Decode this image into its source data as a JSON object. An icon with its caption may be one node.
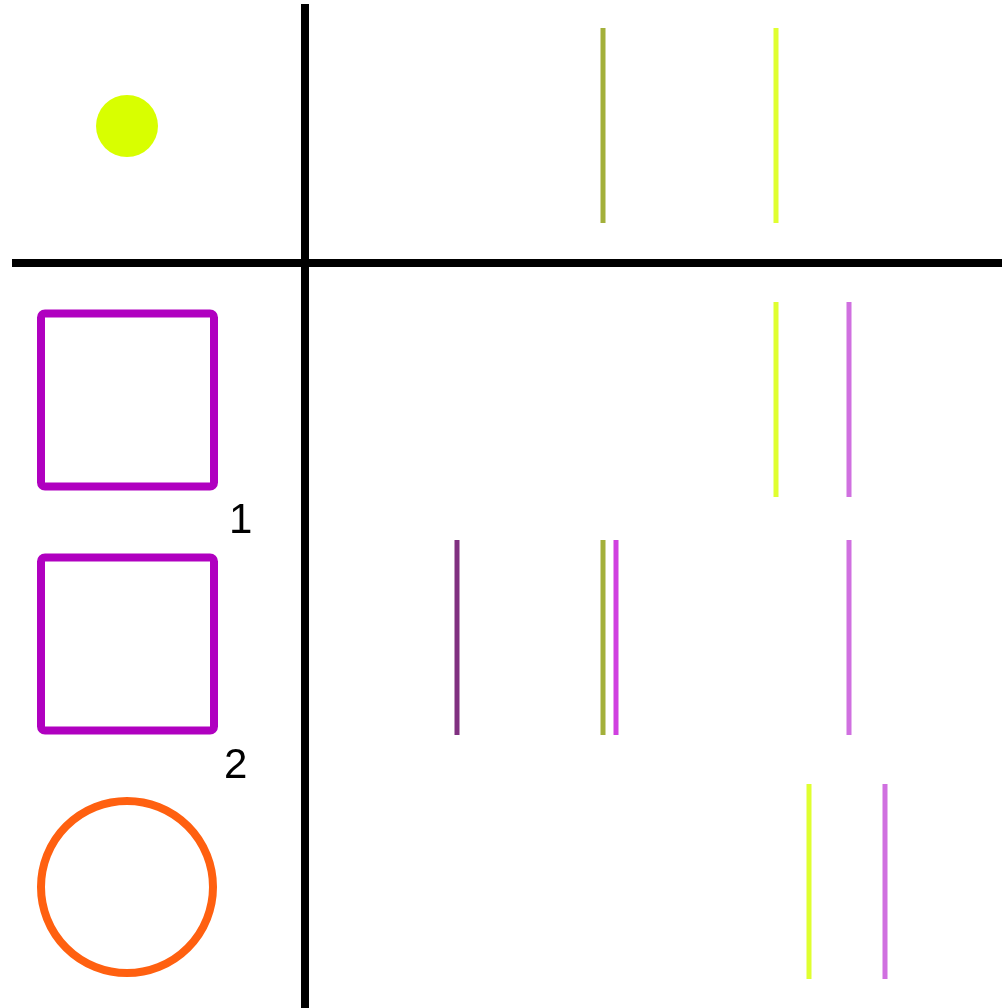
{
  "diagram": {
    "nodes": [
      {
        "text": [],
        "shape": "circle"
      },
      {
        "text": [],
        "shape": "box"
      },
      {
        "text": [],
        "shape": "box"
      },
      {
        "text": [],
        "shape": "circle"
      }
    ],
    "labels": [
      "1",
      "2"
    ]
  }
}
